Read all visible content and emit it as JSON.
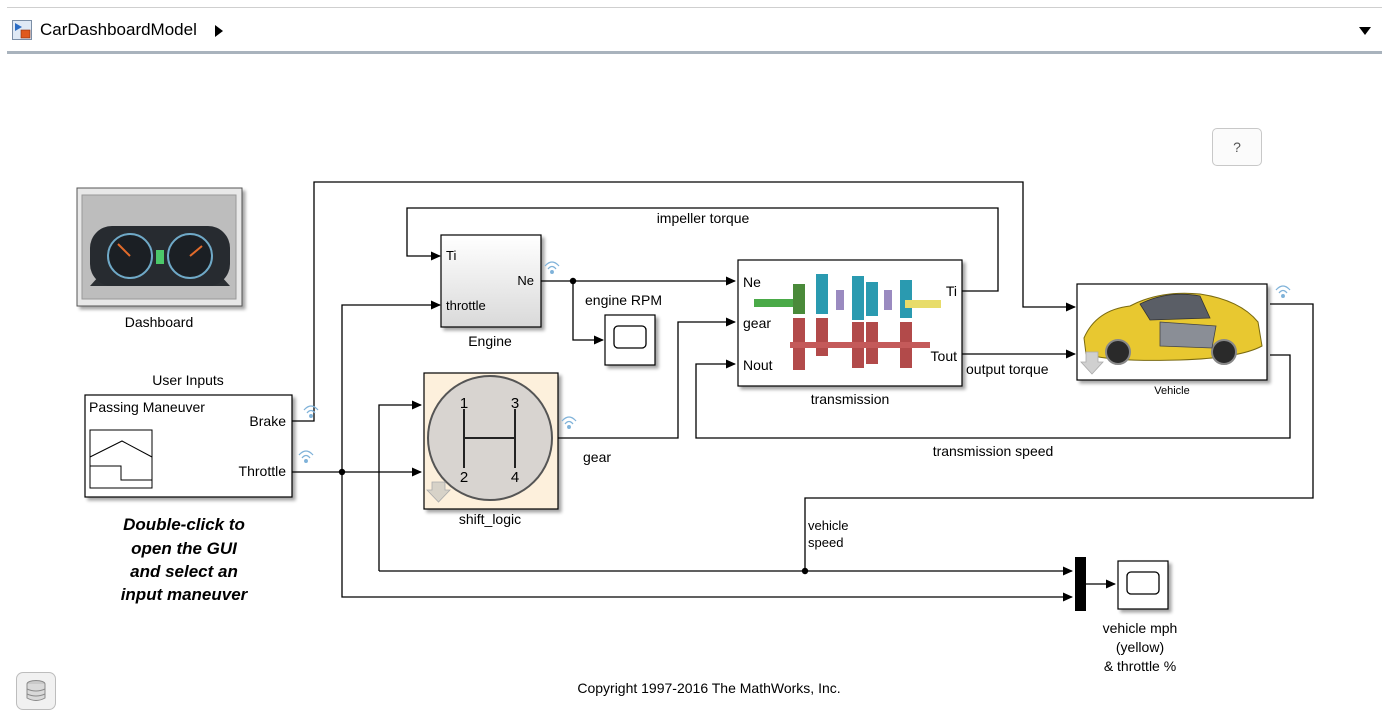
{
  "breadcrumb": {
    "model_name": "CarDashboardModel"
  },
  "blocks": {
    "dashboard": {
      "label": "Dashboard"
    },
    "user_inputs": {
      "title": "User Inputs",
      "inner_label": "Passing Maneuver",
      "port_brake": "Brake",
      "port_throttle": "Throttle"
    },
    "engine": {
      "label": "Engine",
      "port_ti": "Ti",
      "port_throttle": "throttle",
      "port_ne": "Ne"
    },
    "shift_logic": {
      "label": "shift_logic",
      "gear_1": "1",
      "gear_2": "2",
      "gear_3": "3",
      "gear_4": "4"
    },
    "transmission": {
      "label": "transmission",
      "port_ne": "Ne",
      "port_gear": "gear",
      "port_nout": "Nout",
      "port_ti": "Ti",
      "port_tout": "Tout"
    },
    "vehicle": {
      "label": "Vehicle"
    },
    "engine_scope": {},
    "vehicle_scope": {
      "label_line1": "vehicle mph",
      "label_line2": "(yellow)",
      "label_line3": "& throttle %"
    }
  },
  "signals": {
    "impeller_torque": "impeller torque",
    "engine_rpm": "engine RPM",
    "gear": "gear",
    "output_torque": "output torque",
    "transmission_speed": "transmission speed",
    "vehicle_speed_line1": "vehicle",
    "vehicle_speed_line2": "speed"
  },
  "annotation": {
    "line1": "Double-click to",
    "line2": "open the GUI",
    "line3": "and select an",
    "line4": "input maneuver"
  },
  "help_button": {
    "label": "?"
  },
  "copyright": "Copyright 1997-2016 The MathWorks, Inc.",
  "colors": {
    "shift_fill": "#fdf0dc",
    "shift_dial": "#d8d4d0",
    "breadcrumb_rule": "#a9b3bd",
    "car": "#e8c830"
  }
}
